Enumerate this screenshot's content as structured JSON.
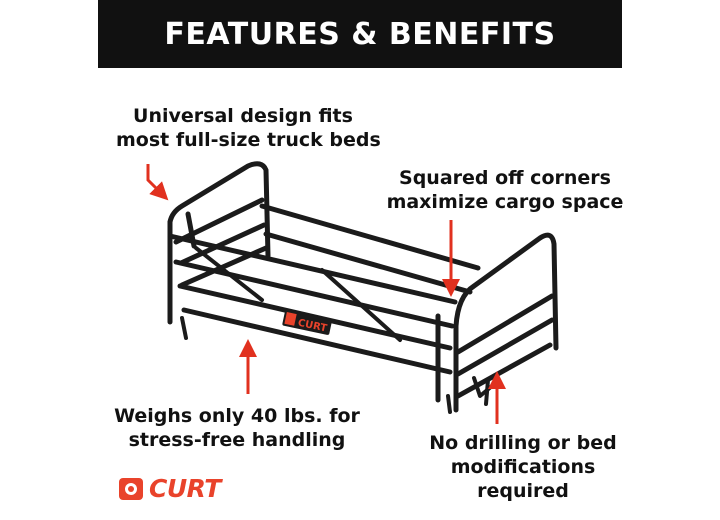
{
  "header": {
    "title": "FEATURES & BENEFITS"
  },
  "callouts": {
    "universal": [
      "Universal design fits",
      "most full-size truck beds"
    ],
    "squared": [
      "Squared off corners",
      "maximize cargo space"
    ],
    "weighs": [
      "Weighs only 40 lbs. for",
      "stress-free handling"
    ],
    "drilling": [
      "No drilling or bed",
      "modifications",
      "required"
    ]
  },
  "product": {
    "badge_text": "CURT",
    "frame_color": "#1b1b1b",
    "arrow_color": "#e1311f"
  },
  "brand": {
    "logo_text": "CURT",
    "logo_color": "#e9432b"
  }
}
